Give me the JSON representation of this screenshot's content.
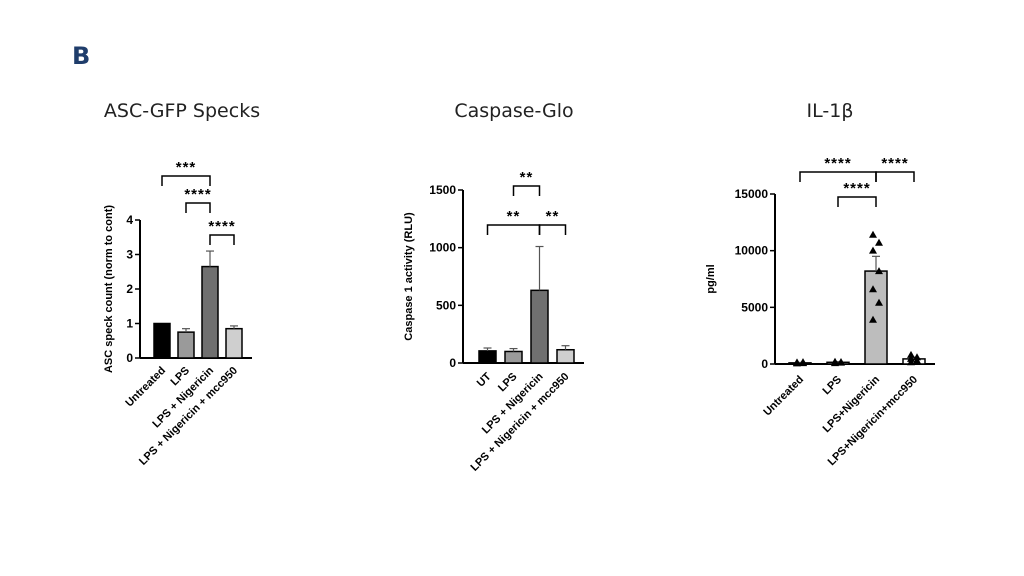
{
  "panel_label": "B",
  "chart_data": [
    {
      "type": "bar",
      "title": "ASC-GFP Specks",
      "xlabel": "",
      "ylabel": "ASC speck count (norm to cont)",
      "ylim": [
        0,
        4
      ],
      "yticks": [
        0,
        1,
        2,
        3,
        4
      ],
      "categories": [
        "Untreated",
        "LPS",
        "LPS + Nigericin",
        "LPS + Nigericin + mcc950"
      ],
      "values": [
        1.0,
        0.75,
        2.65,
        0.85
      ],
      "errors": [
        0,
        0.1,
        0.45,
        0.08
      ],
      "bar_colors": [
        "#000000",
        "#9a9a9a",
        "#707070",
        "#cfcfcf"
      ],
      "significance": [
        {
          "from": 0,
          "to": 2,
          "label": "***"
        },
        {
          "from": 1,
          "to": 2,
          "label": "****"
        },
        {
          "from": 2,
          "to": 3,
          "label": "****"
        }
      ]
    },
    {
      "type": "bar",
      "title": "Caspase-Glo",
      "xlabel": "",
      "ylabel": "Caspase 1 activity (RLU)",
      "ylim": [
        0,
        1500
      ],
      "yticks": [
        0,
        500,
        1000,
        1500
      ],
      "categories": [
        "UT",
        "LPS",
        "LPS + Nigericin",
        "LPS + Nigericin + mcc950"
      ],
      "values": [
        105,
        100,
        630,
        115
      ],
      "errors": [
        25,
        25,
        380,
        35
      ],
      "bar_colors": [
        "#000000",
        "#9a9a9a",
        "#707070",
        "#cfcfcf"
      ],
      "significance": [
        {
          "from": 1,
          "to": 2,
          "label": "**"
        },
        {
          "from": 0,
          "to": 2,
          "label": "**"
        },
        {
          "from": 2,
          "to": 3,
          "label": "**"
        }
      ]
    },
    {
      "type": "bar",
      "title": "IL-1β",
      "xlabel": "",
      "ylabel": "pg/ml",
      "ylim": [
        0,
        15000
      ],
      "yticks": [
        0,
        5000,
        10000,
        15000
      ],
      "categories": [
        "Untreated",
        "LPS",
        "LPS+Nigericin",
        "LPS+Nigericin+mcc950"
      ],
      "values": [
        100,
        150,
        8200,
        450
      ],
      "errors": [
        40,
        60,
        1300,
        150
      ],
      "bar_colors": [
        "#ffffff",
        "#ffffff",
        "#bdbdbd",
        "#ffffff"
      ],
      "points": [
        [
          60,
          80,
          100,
          120,
          140,
          160
        ],
        [
          80,
          120,
          150,
          180,
          200
        ],
        [
          11400,
          10700,
          10000,
          8200,
          6600,
          5400,
          3900
        ],
        [
          150,
          300,
          450,
          600,
          800
        ]
      ],
      "significance": [
        {
          "from": 0,
          "to": 2,
          "label": "****"
        },
        {
          "from": 2,
          "to": 3,
          "label": "****"
        },
        {
          "from": 1,
          "to": 2,
          "label": "****"
        }
      ]
    }
  ]
}
